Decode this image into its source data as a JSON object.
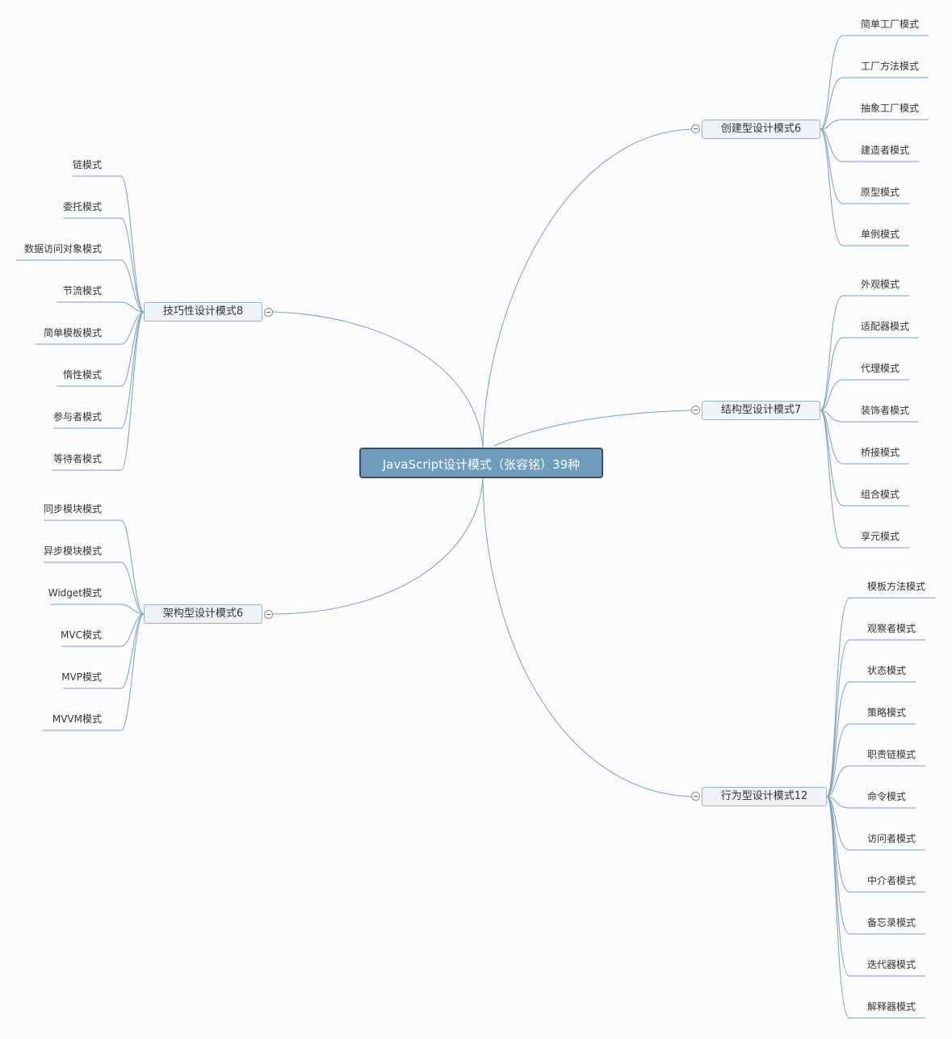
{
  "root": "JavaScript设计模式（张容铭）39种",
  "branches": [
    {
      "label": "创建型设计模式6",
      "children": [
        "简单工厂模式",
        "工厂方法模式",
        "抽象工厂模式",
        "建造者模式",
        "原型模式",
        "单例模式"
      ]
    },
    {
      "label": "结构型设计模式7",
      "children": [
        "外观模式",
        "适配器模式",
        "代理模式",
        "装饰者模式",
        "桥接模式",
        "组合模式",
        "享元模式"
      ]
    },
    {
      "label": "行为型设计模式12",
      "children": [
        "模板方法模式",
        "观察者模式",
        "状态模式",
        "策略模式",
        "职责链模式",
        "命令模式",
        "访问者模式",
        "中介者模式",
        "备忘录模式",
        "迭代器模式",
        "解释器模式"
      ]
    },
    {
      "label": "技巧性设计模式8",
      "children": [
        "链模式",
        "委托模式",
        "数据访问对象模式",
        "节流模式",
        "简单模板模式",
        "惰性模式",
        "参与者模式",
        "等待者模式"
      ]
    },
    {
      "label": "架构型设计模式6",
      "children": [
        "同步模块模式",
        "异步模块模式",
        "Widget模式",
        "MVC模式",
        "MVP模式",
        "MVVM模式"
      ]
    }
  ]
}
